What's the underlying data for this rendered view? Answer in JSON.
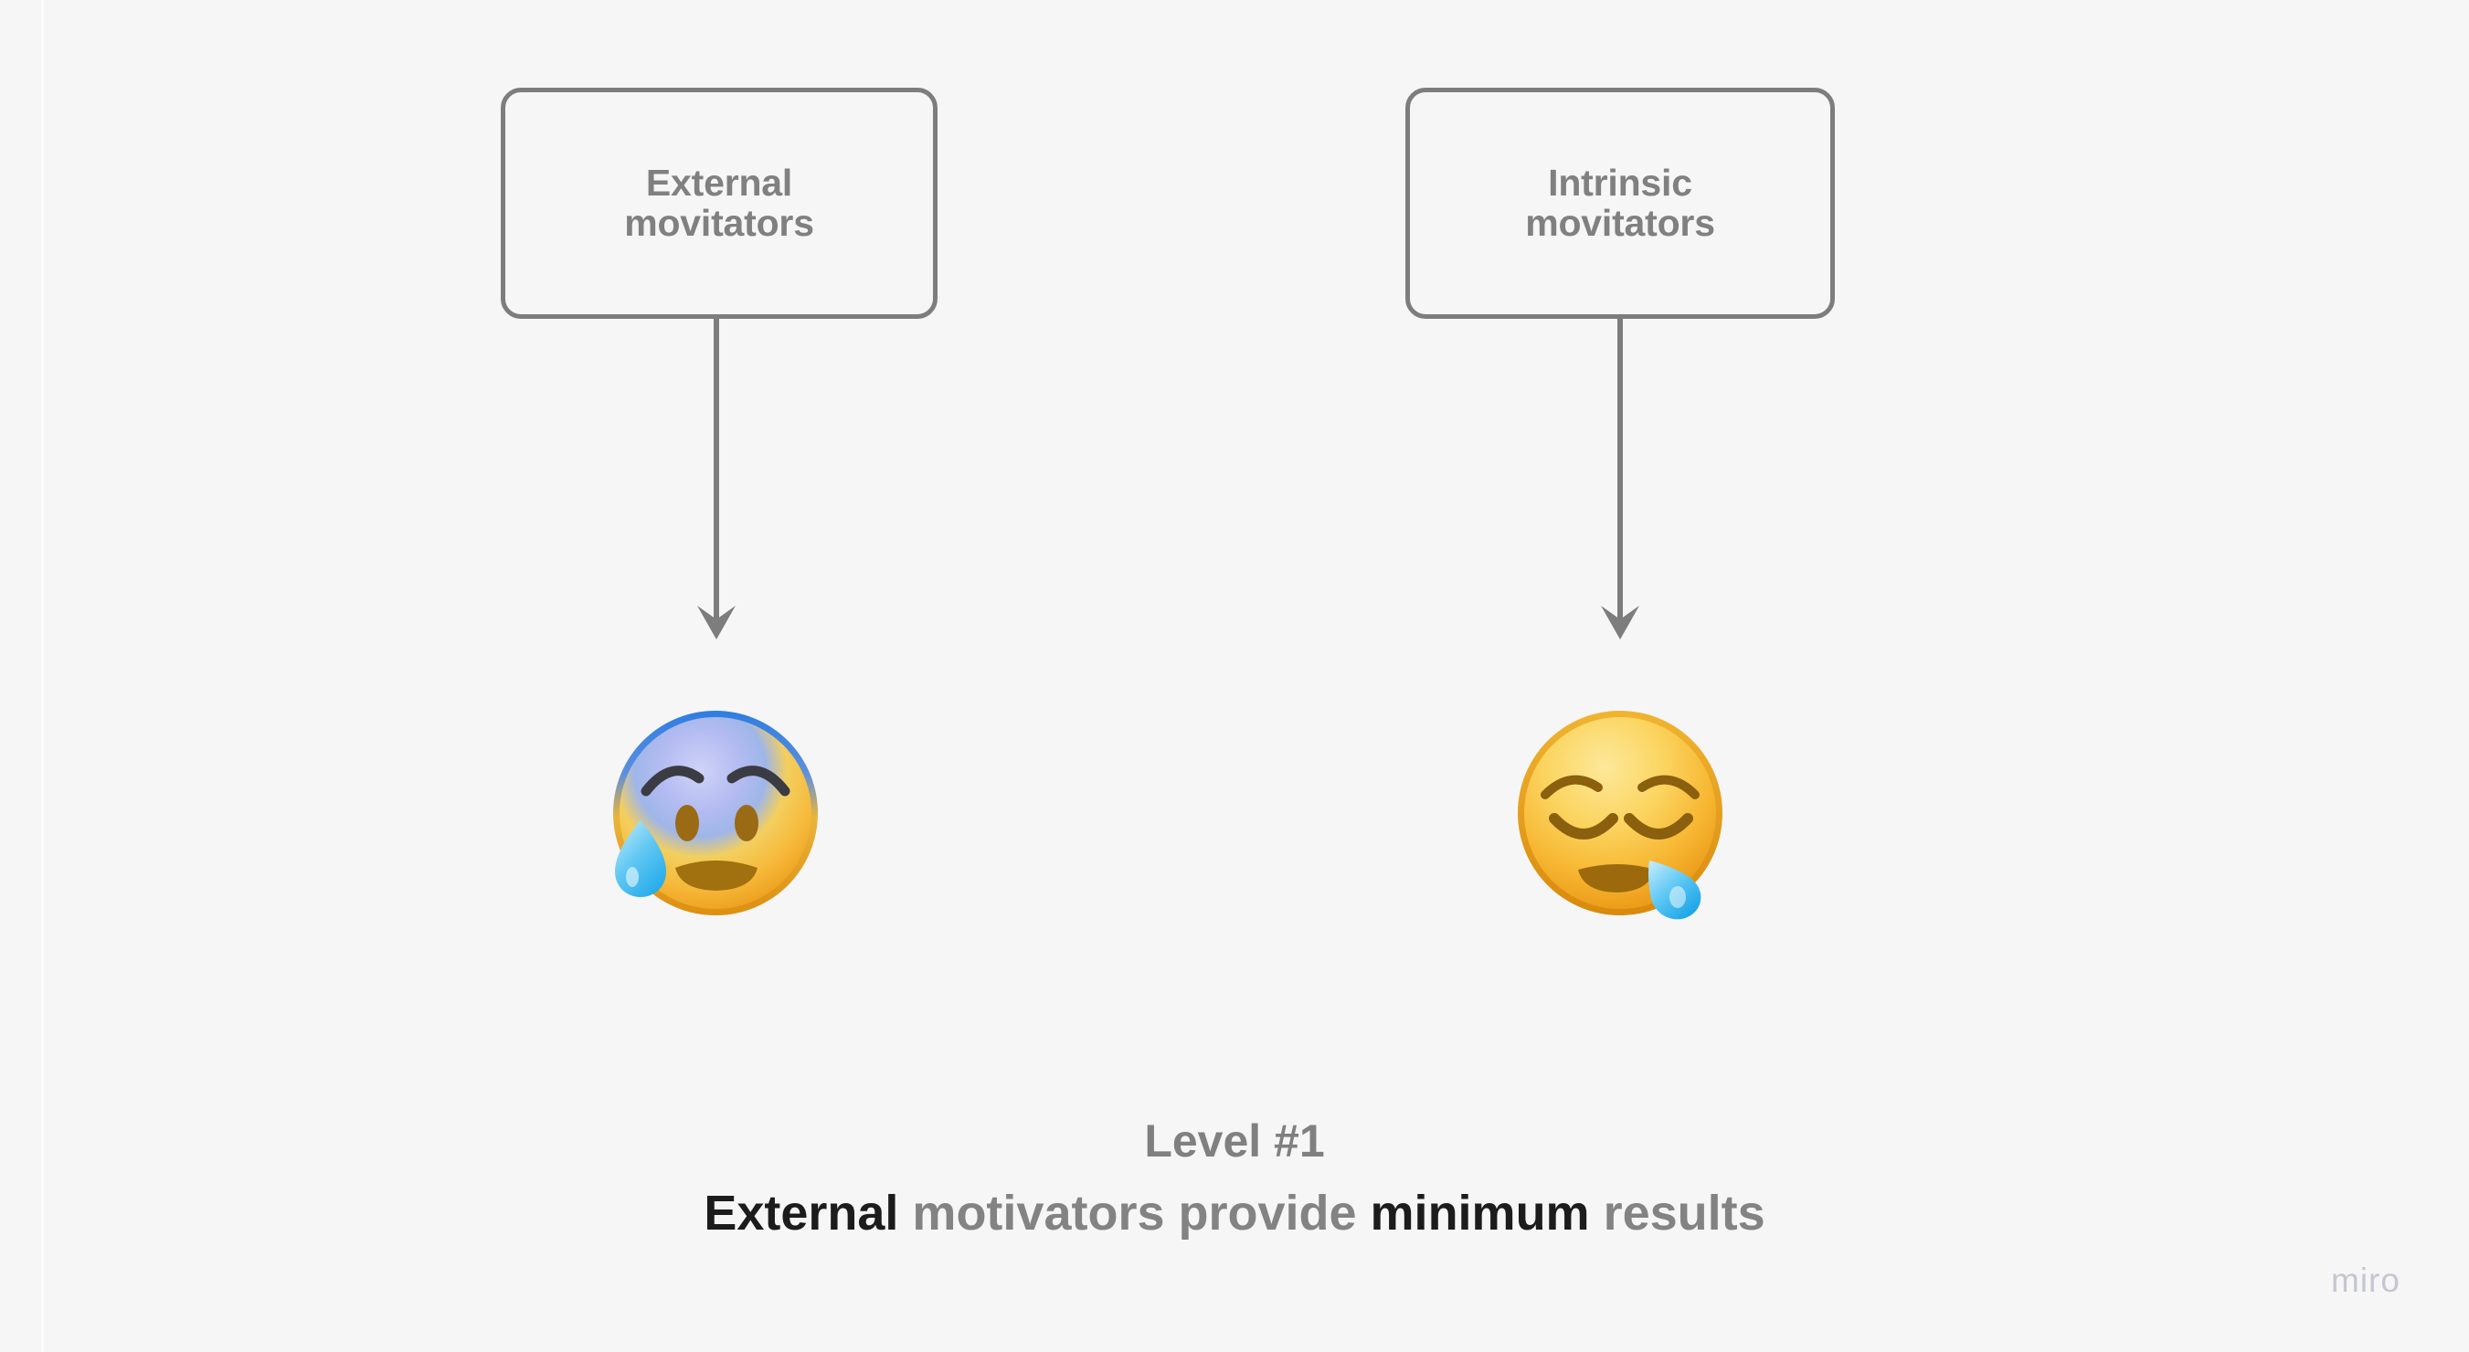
{
  "board": {
    "background_color": "#f6f6f6",
    "watermark": "miro"
  },
  "nodes": [
    {
      "id": "external-motivators",
      "line1": "External",
      "line2": "movitators",
      "text_color": "#808080",
      "border_color": "#7d7d7d"
    },
    {
      "id": "intrinsic-motivators",
      "line1": "Intrinsic",
      "line2": "movitators",
      "text_color": "#808080",
      "border_color": "#7d7d7d"
    }
  ],
  "connectors": [
    {
      "id": "external-to-anxious",
      "direction": "down",
      "color": "#7d7d7d"
    },
    {
      "id": "intrinsic-to-sleepy",
      "direction": "down",
      "color": "#7d7d7d"
    }
  ],
  "emoji": [
    {
      "id": "anxious-face-with-sweat",
      "glyph": "😰",
      "name": "anxious-face-with-sweat-emoji"
    },
    {
      "id": "sleepy-face",
      "glyph": "😪",
      "name": "sleepy-face-emoji"
    }
  ],
  "caption": {
    "level": "Level #1",
    "level_color": "#808080",
    "statement_parts": [
      {
        "text": "External",
        "emphasis": "strong"
      },
      {
        "text": " motivators provide ",
        "emphasis": "muted"
      },
      {
        "text": "minimum",
        "emphasis": "strong"
      },
      {
        "text": " results",
        "emphasis": "muted"
      }
    ],
    "statement_plain": "External motivators provide minimum results",
    "strong_color": "#1c1c1c",
    "muted_color": "#838383"
  }
}
